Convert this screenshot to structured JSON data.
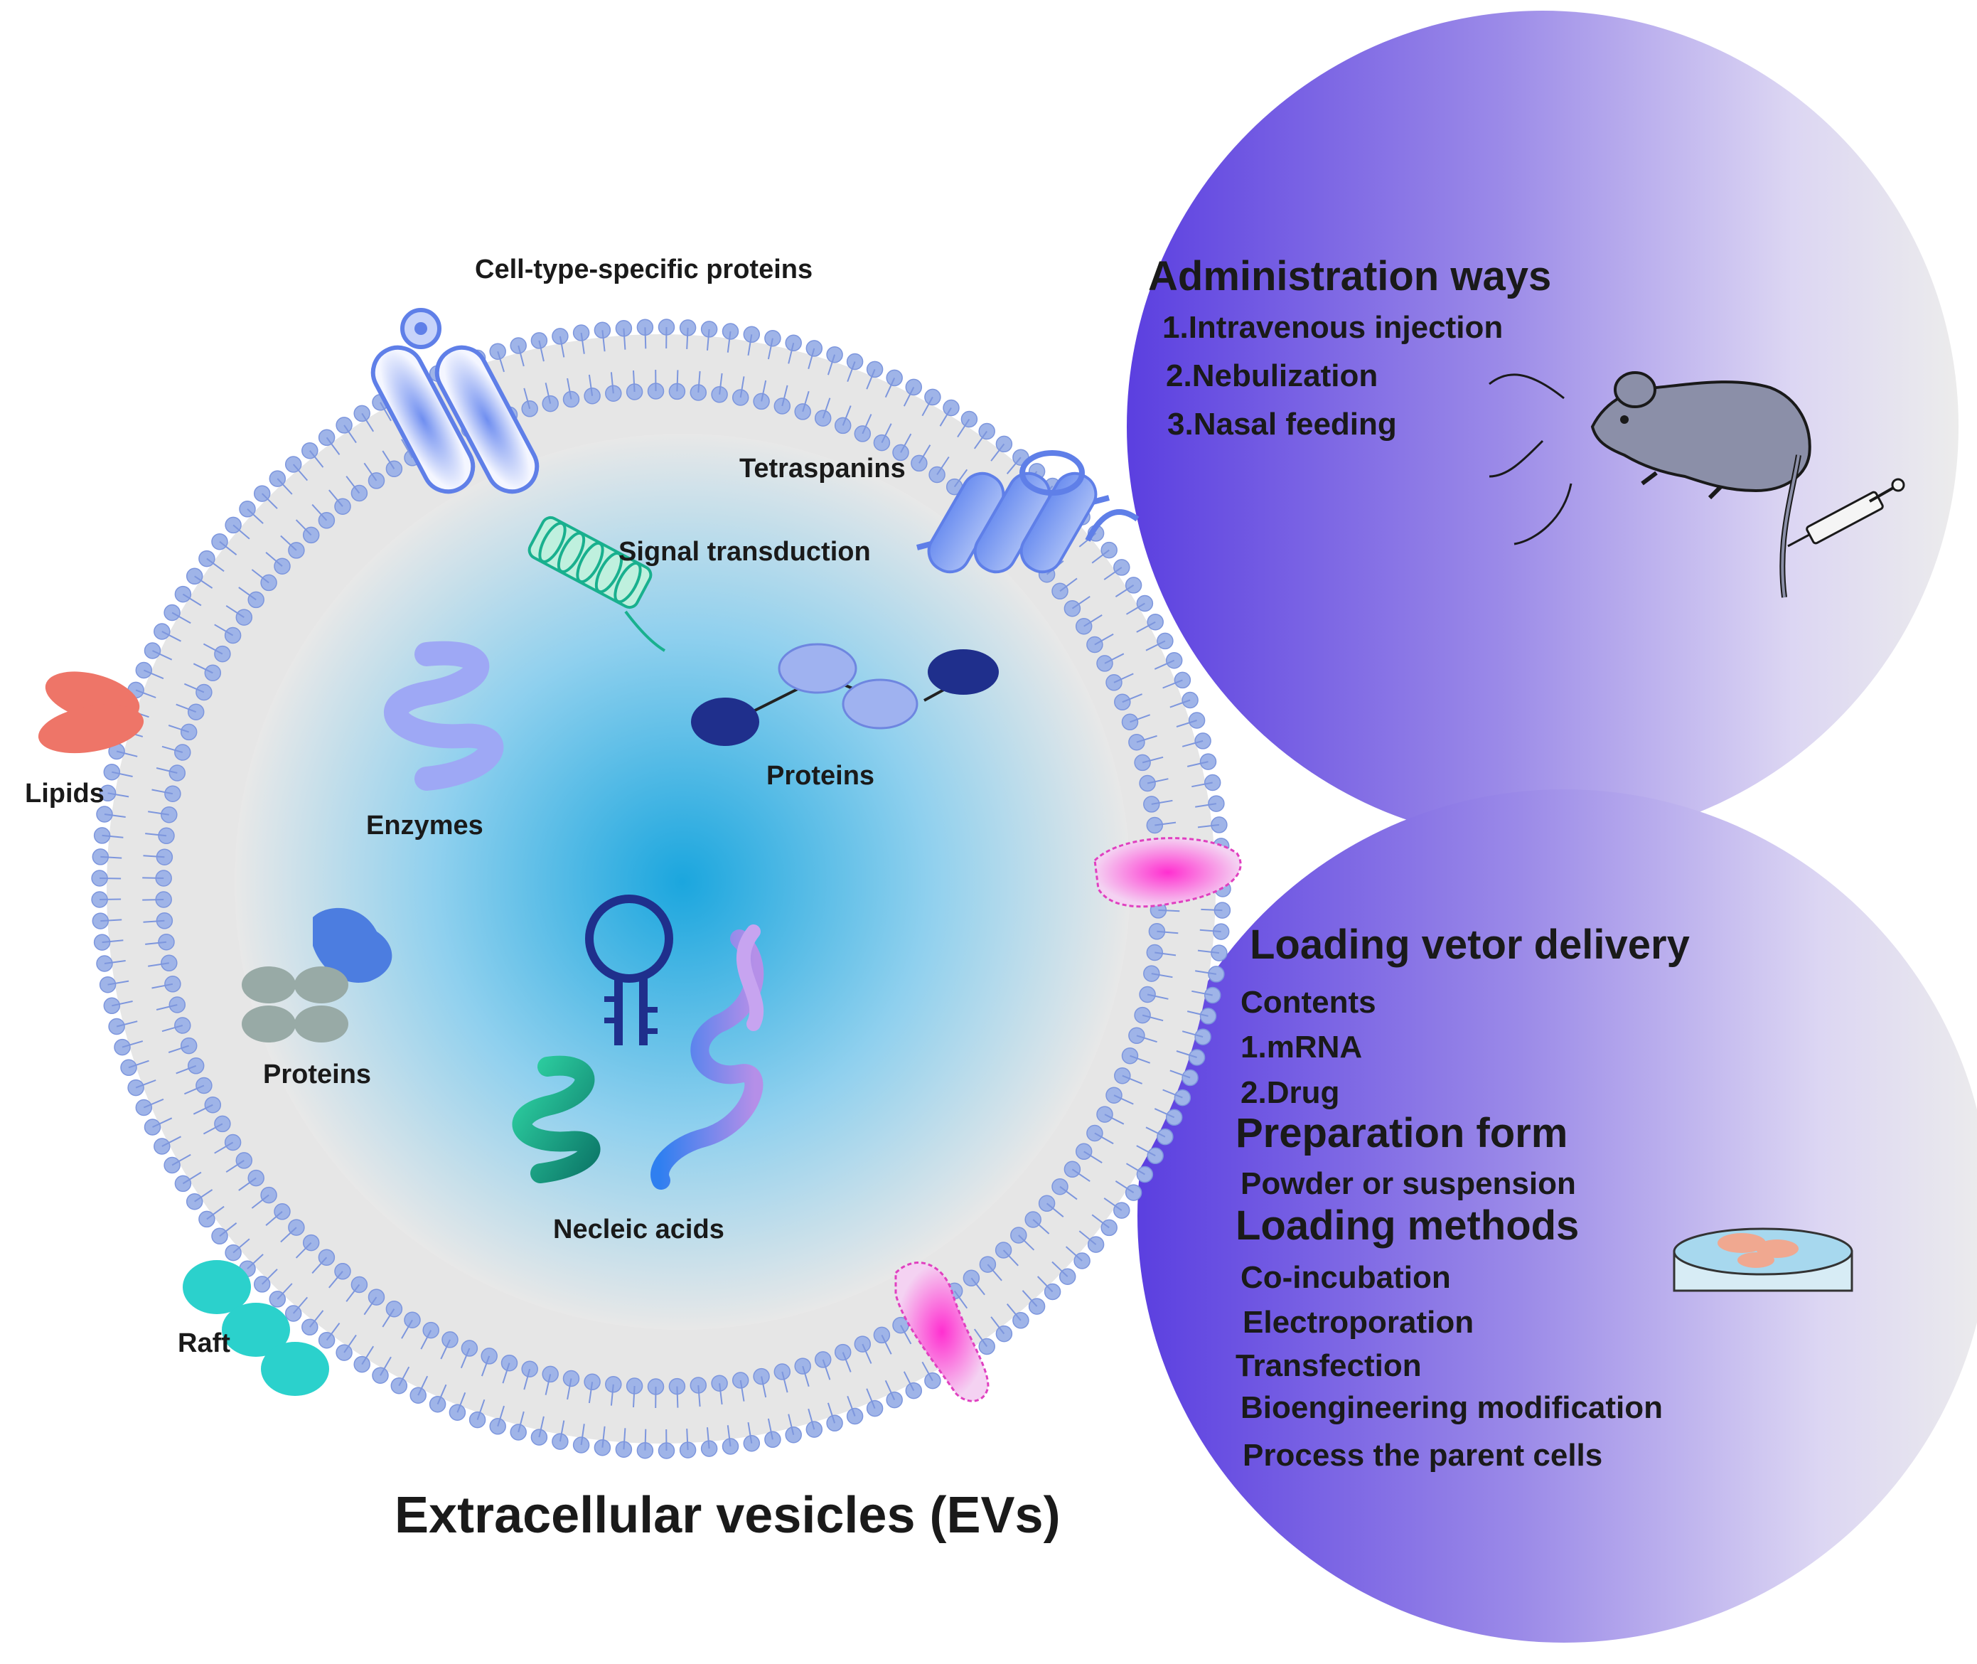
{
  "ev": {
    "title": "Extracellular vesicles (EVs)",
    "labels": {
      "cell_type_specific_proteins": "Cell-type-specific proteins",
      "tetraspanins": "Tetraspanins",
      "signal_transduction": "Signal transduction",
      "lipids": "Lipids",
      "enzymes": "Enzymes",
      "proteins_right": "Proteins",
      "proteins_left": "Proteins",
      "nucleic_acids": "Necleic acids",
      "raft": "Raft"
    }
  },
  "administration": {
    "title": "Administration ways",
    "items": [
      "1.Intravenous injection",
      "2.Nebulization",
      "3.Nasal feeding"
    ]
  },
  "loading": {
    "title": "Loading vetor delivery",
    "contents_heading": "Contents",
    "contents_items": [
      "1.mRNA",
      "2.Drug"
    ],
    "preparation_heading": "Preparation form",
    "preparation_value": "Powder or suspension",
    "methods_heading": "Loading methods",
    "methods_items": [
      "Co-incubation",
      "Electroporation",
      "Transfection",
      "Bioengineering modification",
      "Process the parent cells"
    ]
  },
  "colors": {
    "membrane": "#9fb4e8",
    "vesicle_core": "#1fa7df",
    "panel_purple": "#5a3fe0",
    "panel_light": "#ececec"
  }
}
